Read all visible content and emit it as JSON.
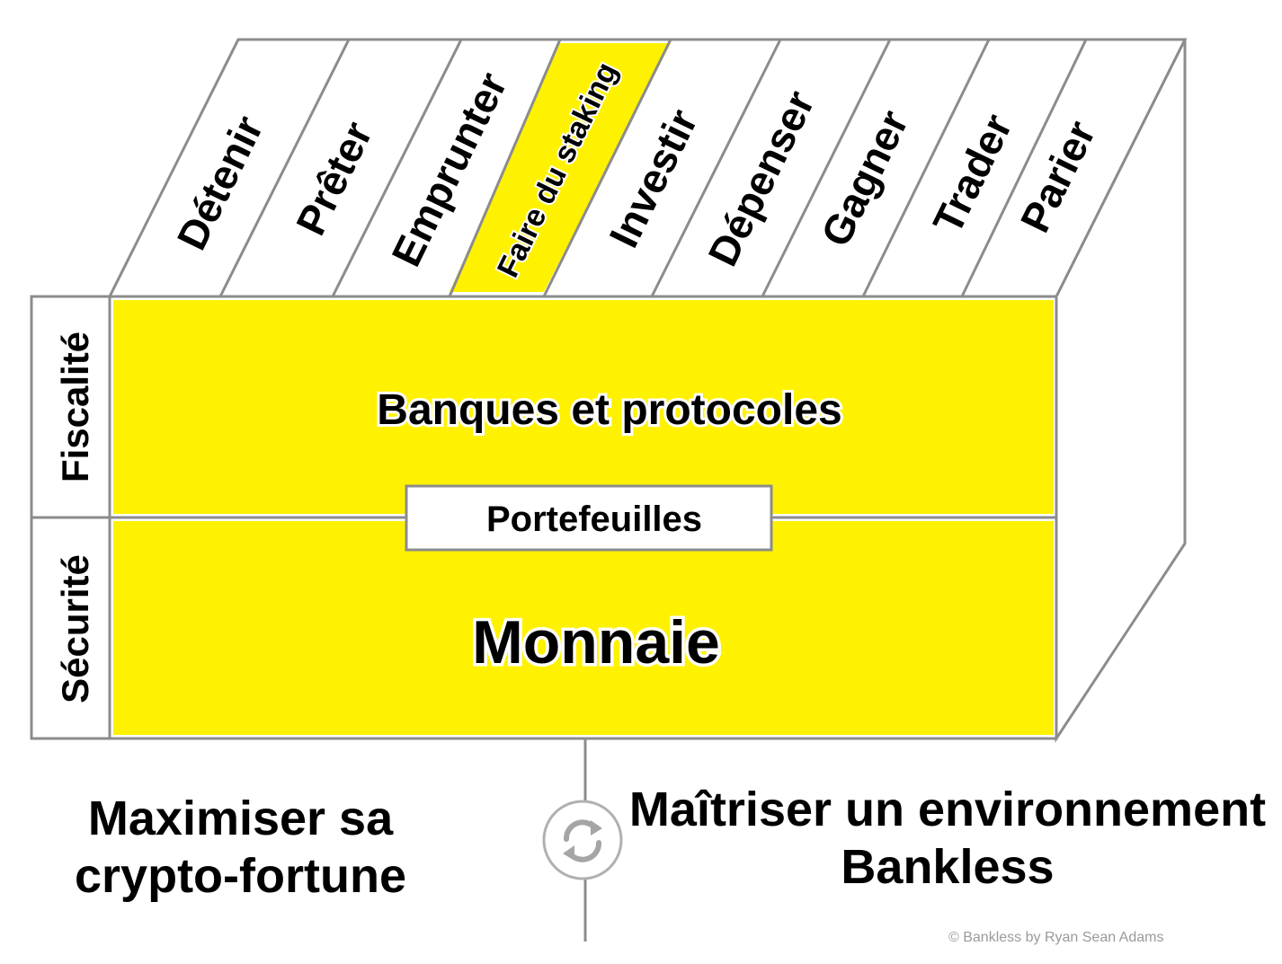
{
  "activities": [
    {
      "label": "Détenir",
      "highlight": false
    },
    {
      "label": "Prêter",
      "highlight": false
    },
    {
      "label": "Emprunter",
      "highlight": false
    },
    {
      "label": "Faire du staking",
      "highlight": true
    },
    {
      "label": "Investir",
      "highlight": false
    },
    {
      "label": "Dépenser",
      "highlight": false
    },
    {
      "label": "Gagner",
      "highlight": false
    },
    {
      "label": "Trader",
      "highlight": false
    },
    {
      "label": "Parier",
      "highlight": false
    }
  ],
  "side_labels": {
    "top": "Fiscalité",
    "bottom": "Sécurité"
  },
  "layers": {
    "top": "Banques et protocoles",
    "middle": "Portefeuilles",
    "bottom": "Monnaie"
  },
  "captions": {
    "left": "Maximiser sa crypto-fortune",
    "right": "Maîtriser un environnement Bankless"
  },
  "copyright": "© Bankless by Ryan Sean Adams",
  "colors": {
    "yellow": "#FFF200",
    "line": "#8c8c8c",
    "text": "#000000"
  },
  "icons": {
    "center": "refresh-icon"
  }
}
